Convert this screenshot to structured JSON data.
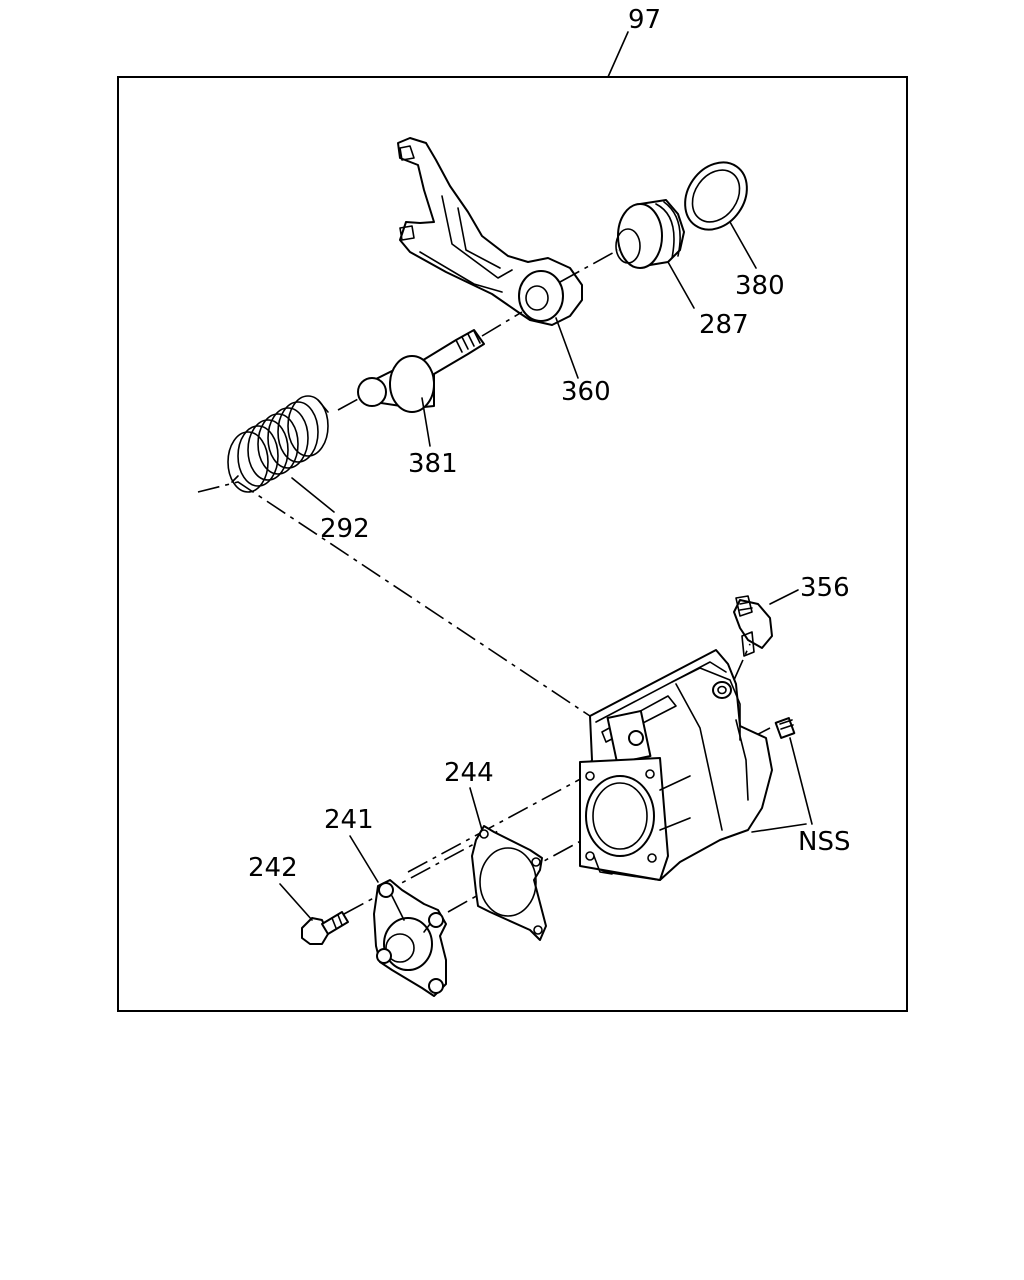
{
  "diagram": {
    "assembly_callout": "97",
    "callouts": {
      "p380": "380",
      "p287": "287",
      "p360": "360",
      "p381": "381",
      "p292": "292",
      "p356": "356",
      "p244": "244",
      "p241": "241",
      "p242": "242",
      "nss": "NSS"
    }
  }
}
